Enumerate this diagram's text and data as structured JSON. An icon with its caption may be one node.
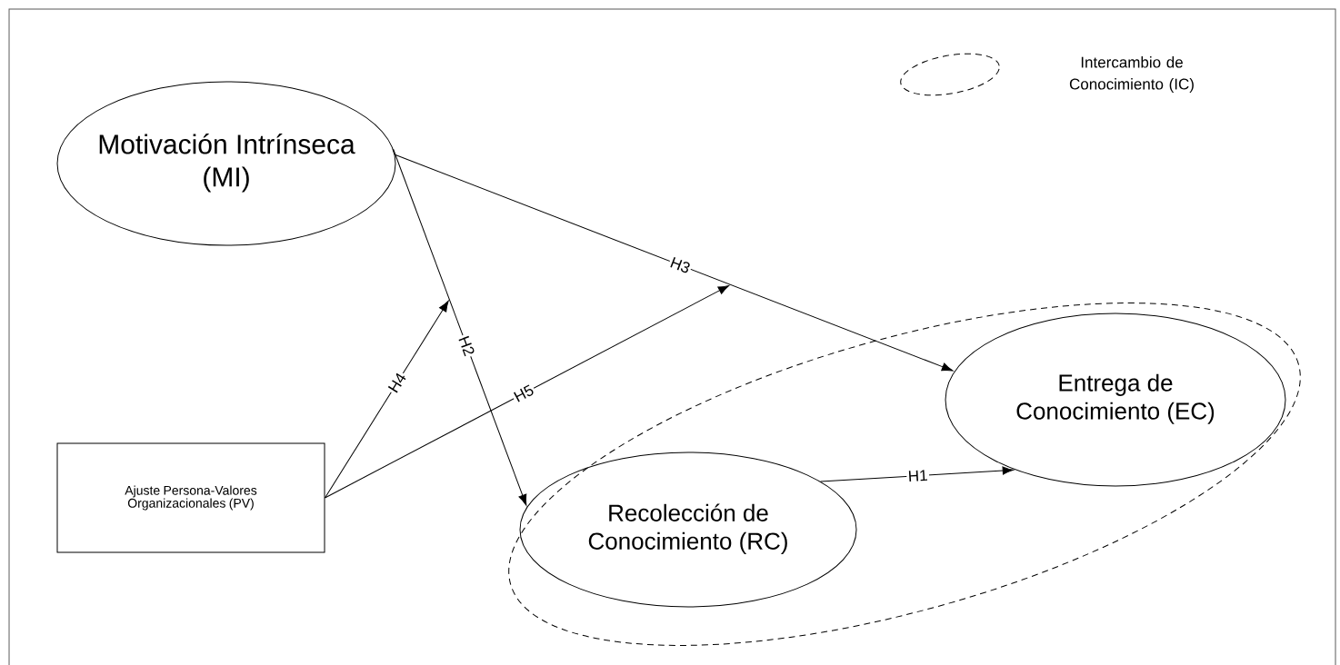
{
  "diagram": {
    "nodes": [
      {
        "text": [
          "Motivación Intrínseca (MI)"
        ]
      },
      {
        "text": [
          "Ajuste Persona-Valores Organizacionales (PV)"
        ]
      },
      {
        "text": [],
        "shape": "ellipse"
      },
      {
        "text": [
          "Recolección de Conocimiento (RC)"
        ],
        "in": 2
      },
      {
        "text": [
          "Entrega de Conocimiento (EC)"
        ],
        "in": 2
      }
    ],
    "edges": [
      {
        "from": 0,
        "to": 3,
        "arrow": "to",
        "label": "H2"
      },
      {
        "from": 0,
        "to": 4,
        "arrow": "to",
        "label": "H3"
      },
      {
        "from": 3,
        "to": 4,
        "arrow": "to",
        "label": "H1"
      },
      {
        "from": 1,
        "to": null,
        "arrow": "to",
        "label": "H4"
      },
      {
        "from": 1,
        "to": null,
        "arrow": "to",
        "label": "H5"
      }
    ],
    "legend": [
      {
        "text": "Intercambio de Conocimiento (IC)"
      }
    ]
  }
}
